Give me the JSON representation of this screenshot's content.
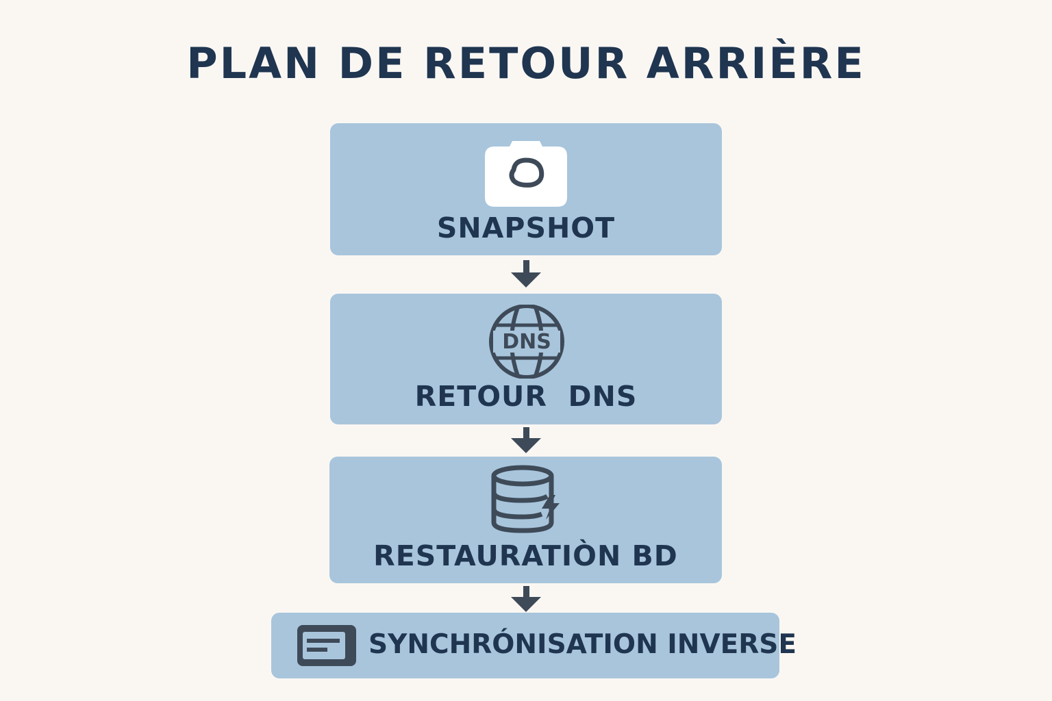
{
  "title": "PLAN DE RETOUR ARRIÈRE",
  "colors": {
    "background": "#FAF7F3",
    "box_fill": "#A8C5DC",
    "text": "#1F3550",
    "icon_dark": "#3E4A58",
    "icon_light": "#FFFFFF"
  },
  "steps": [
    {
      "label": "SNAPSHOT",
      "icon": "camera-icon"
    },
    {
      "label": "RETOUR  DNS",
      "icon": "dns-globe-icon",
      "icon_text": "DNS"
    },
    {
      "label": "RESTAURATIÒN BD",
      "icon": "database-icon"
    },
    {
      "label": "SYNCHRÓNISATION INVERSE",
      "icon": "sync-card-icon"
    }
  ],
  "connectors": [
    {
      "from": 1,
      "to": 2,
      "icon": "arrow-down-icon"
    },
    {
      "from": 2,
      "to": 3,
      "icon": "arrow-down-icon"
    },
    {
      "from": 3,
      "to": 4,
      "icon": "arrow-down-icon"
    }
  ]
}
